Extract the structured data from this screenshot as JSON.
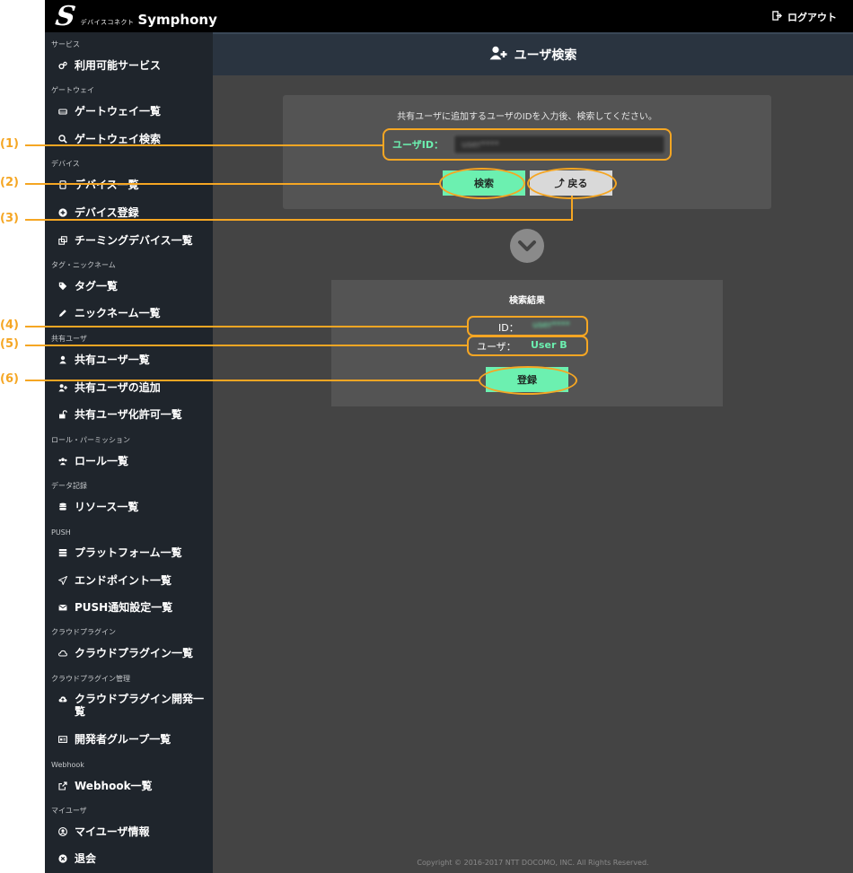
{
  "header": {
    "brand_sub": "デバイスコネクト",
    "brand_main": "Symphony",
    "logout_label": "ログアウト"
  },
  "sidebar": {
    "sections": [
      {
        "label": "サービス",
        "items": [
          {
            "label": "利用可能サービス",
            "icon": "gears-icon"
          }
        ]
      },
      {
        "label": "ゲートウェイ",
        "items": [
          {
            "label": "ゲートウェイ一覧",
            "icon": "hdd-icon"
          },
          {
            "label": "ゲートウェイ検索",
            "icon": "search-icon"
          }
        ]
      },
      {
        "label": "デバイス",
        "items": [
          {
            "label": "デバイス一覧",
            "icon": "tablet-icon"
          },
          {
            "label": "デバイス登録",
            "icon": "plus-circle-icon"
          },
          {
            "label": "チーミングデバイス一覧",
            "icon": "clone-icon"
          }
        ]
      },
      {
        "label": "タグ・ニックネーム",
        "items": [
          {
            "label": "タグ一覧",
            "icon": "tags-icon"
          },
          {
            "label": "ニックネーム一覧",
            "icon": "pencil-icon"
          }
        ]
      },
      {
        "label": "共有ユーザ",
        "items": [
          {
            "label": "共有ユーザ一覧",
            "icon": "user-icon"
          },
          {
            "label": "共有ユーザの追加",
            "icon": "user-plus-icon"
          },
          {
            "label": "共有ユーザ化許可一覧",
            "icon": "unlock-icon"
          }
        ]
      },
      {
        "label": "ロール・パーミッション",
        "items": [
          {
            "label": "ロール一覧",
            "icon": "users-icon"
          }
        ]
      },
      {
        "label": "データ記録",
        "items": [
          {
            "label": "リソース一覧",
            "icon": "database-icon"
          }
        ]
      },
      {
        "label": "PUSH",
        "items": [
          {
            "label": "プラットフォーム一覧",
            "icon": "server-icon"
          },
          {
            "label": "エンドポイント一覧",
            "icon": "paper-plane-icon"
          },
          {
            "label": "PUSH通知設定一覧",
            "icon": "envelope-icon"
          }
        ]
      },
      {
        "label": "クラウドプラグイン",
        "items": [
          {
            "label": "クラウドプラグイン一覧",
            "icon": "cloud-icon"
          }
        ]
      },
      {
        "label": "クラウドプラグイン管理",
        "items": [
          {
            "label": "クラウドプラグイン開発一覧",
            "icon": "cloud-upload-icon"
          },
          {
            "label": "開発者グループ一覧",
            "icon": "id-card-icon"
          }
        ]
      },
      {
        "label": "Webhook",
        "items": [
          {
            "label": "Webhook一覧",
            "icon": "share-square-icon"
          }
        ]
      },
      {
        "label": "マイユーザ",
        "items": [
          {
            "label": "マイユーザ情報",
            "icon": "user-circle-icon"
          },
          {
            "label": "退会",
            "icon": "times-circle-icon"
          }
        ]
      }
    ]
  },
  "page": {
    "title": "ユーザ検索",
    "instruction": "共有ユーザに追加するユーザのIDを入力後、検索してください。",
    "userid_label": "ユーザID：",
    "userid_value": "user****",
    "search_button": "検索",
    "back_button": "戻る",
    "result_title": "検索結果",
    "result_id_label": "ID：",
    "result_id_value": "user****",
    "result_user_label": "ユーザ：",
    "result_user_value": "User B",
    "register_button": "登録",
    "copyright": "Copyright © 2016-2017 NTT DOCOMO, INC. All Rights Reserved."
  },
  "callouts": [
    "(1)",
    "(2)",
    "(3)",
    "(4)",
    "(5)",
    "(6)"
  ],
  "colors": {
    "accent": "#6cf0b0",
    "callout": "#f5a623",
    "sidebar_bg": "#1f252c",
    "main_bg": "#444444",
    "panel_bg": "#545454",
    "header_bg": "#2a3440"
  }
}
